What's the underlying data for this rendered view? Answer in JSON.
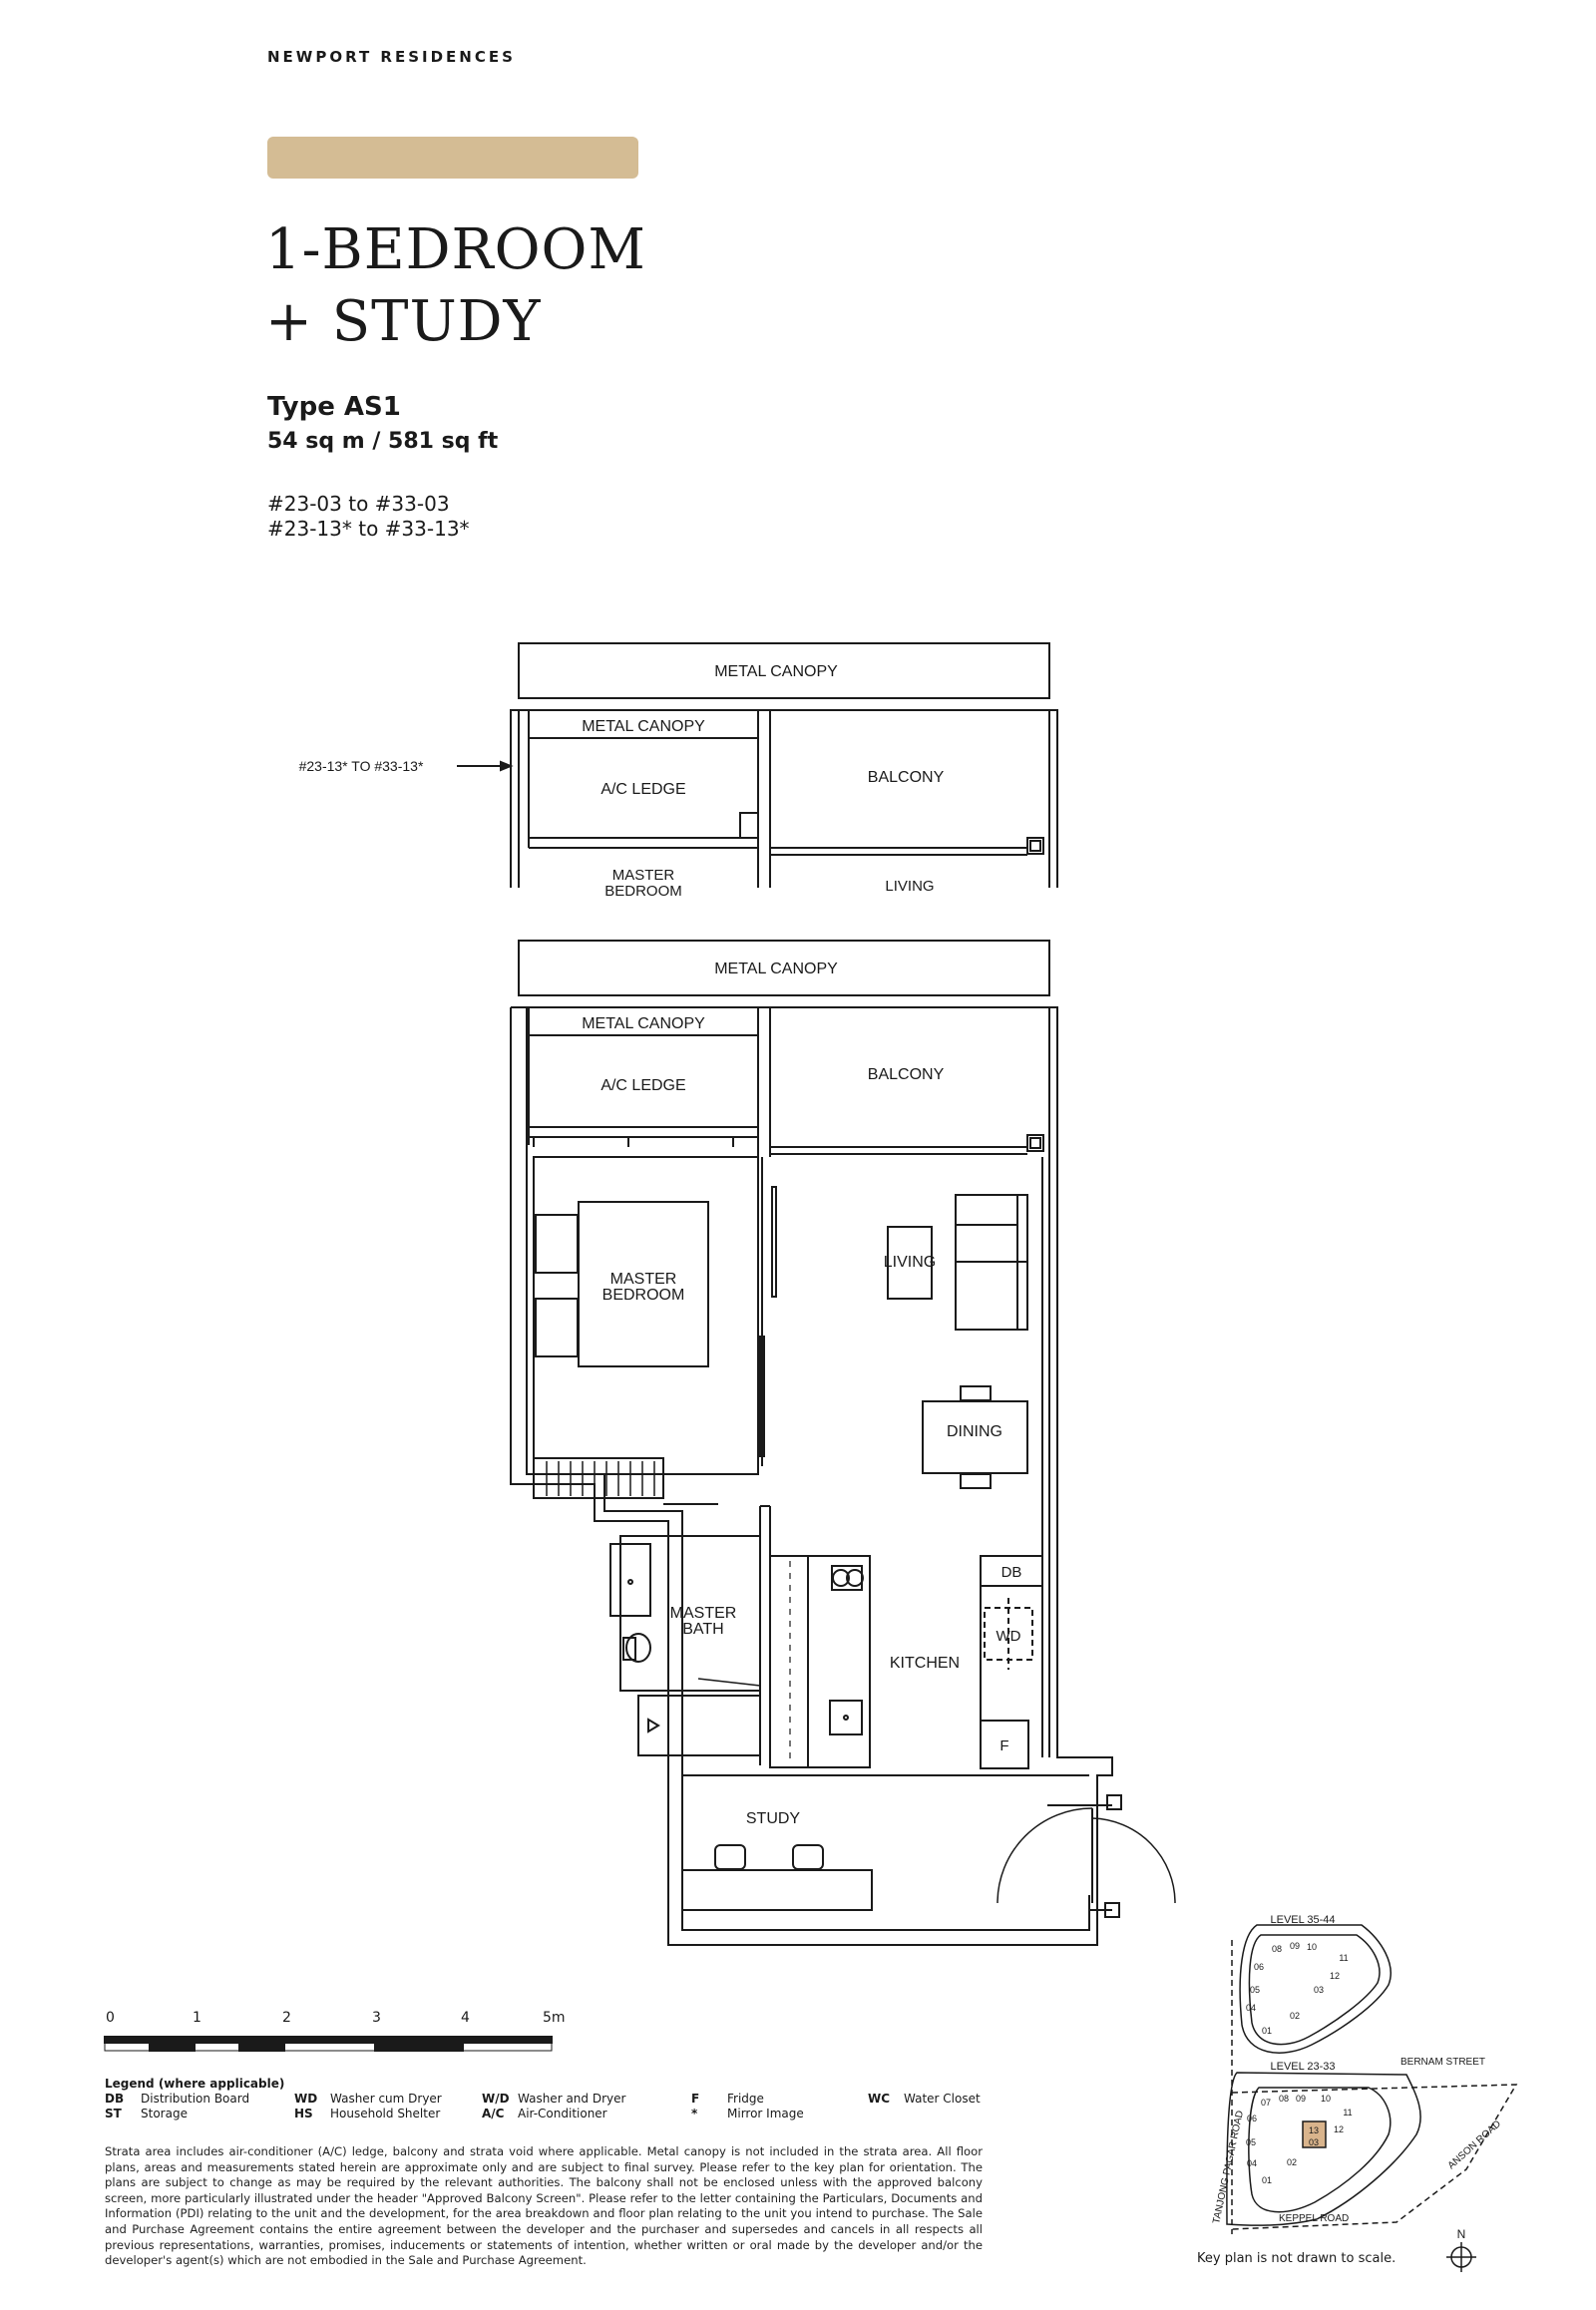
{
  "brand": "NEWPORT RESIDENCES",
  "colors": {
    "accent": "#d4bc94",
    "line": "#1a1a1a",
    "highlight": "#d9b48c"
  },
  "title": {
    "line1": "1-BEDROOM",
    "line2": "+ STUDY"
  },
  "unit": {
    "type": "Type AS1",
    "area": "54  sq m / 581 sq ft",
    "range1": "#23-03 to #33-03",
    "range2": "#23-13* to #33-13*"
  },
  "mirror_note": "#23-13* TO #33-13*",
  "rooms": {
    "metal_canopy": "METAL CANOPY",
    "ac_ledge": "A/C LEDGE",
    "balcony": "BALCONY",
    "master_bedroom_1": "MASTER",
    "master_bedroom_2": "BEDROOM",
    "living": "LIVING",
    "dining": "DINING",
    "master_bath_1": "MASTER",
    "master_bath_2": "BATH",
    "kitchen": "KITCHEN",
    "study": "STUDY",
    "db": "DB",
    "wd": "WD",
    "f": "F"
  },
  "scale": {
    "ticks": [
      "0",
      "1",
      "2",
      "3",
      "4",
      "5m"
    ]
  },
  "legend": {
    "title": "Legend (where applicable)",
    "items": [
      {
        "code": "DB",
        "label": "Distribution Board"
      },
      {
        "code": "ST",
        "label": "Storage"
      },
      {
        "code": "WD",
        "label": "Washer cum Dryer"
      },
      {
        "code": "HS",
        "label": "Household Shelter"
      },
      {
        "code": "W/D",
        "label": "Washer and Dryer"
      },
      {
        "code": "A/C",
        "label": "Air-Conditioner"
      },
      {
        "code": "F",
        "label": "Fridge"
      },
      {
        "code": "*",
        "label": "Mirror Image"
      },
      {
        "code": "WC",
        "label": "Water Closet"
      }
    ]
  },
  "disclaimer": "Strata area includes air-conditioner (A/C) ledge, balcony and strata void where applicable. Metal canopy is not included in the strata area. All floor plans, areas and measurements stated herein are approximate only and are subject to final survey. Please refer to the key plan for orientation. The plans are subject to change as may be required by the relevant authorities. The balcony shall not be enclosed unless with the approved balcony screen, more particularly illustrated under the header \"Approved Balcony Screen\". Please refer to the letter containing the Particulars, Documents and Information (PDI) relating to the unit and the development, for the area breakdown and floor plan relating to the unit you intend to purchase. The Sale and Purchase Agreement contains the entire agreement between the developer and the purchaser and supersedes and cancels in all respects all previous representations, warranties, promises, inducements or statements of intention, whether written or oral made by the developer and/or the developer's agent(s) which are not embodied in the Sale and Purchase Agreement.",
  "keyplan": {
    "upper_level": "LEVEL 35-44",
    "lower_level": "LEVEL 23-33",
    "upper_units": [
      "08",
      "09",
      "10",
      "11",
      "12",
      "06",
      "05",
      "04",
      "03",
      "02",
      "01"
    ],
    "lower_units": [
      "07",
      "08",
      "09",
      "10",
      "11",
      "12",
      "06",
      "05",
      "04",
      "03",
      "02",
      "01",
      "13"
    ],
    "roads": [
      "BERNAM STREET",
      "TANJONG PAGAR ROAD",
      "ANSON ROAD",
      "KEPPEL ROAD"
    ],
    "north": "N",
    "note": "Key plan is not drawn to scale."
  }
}
